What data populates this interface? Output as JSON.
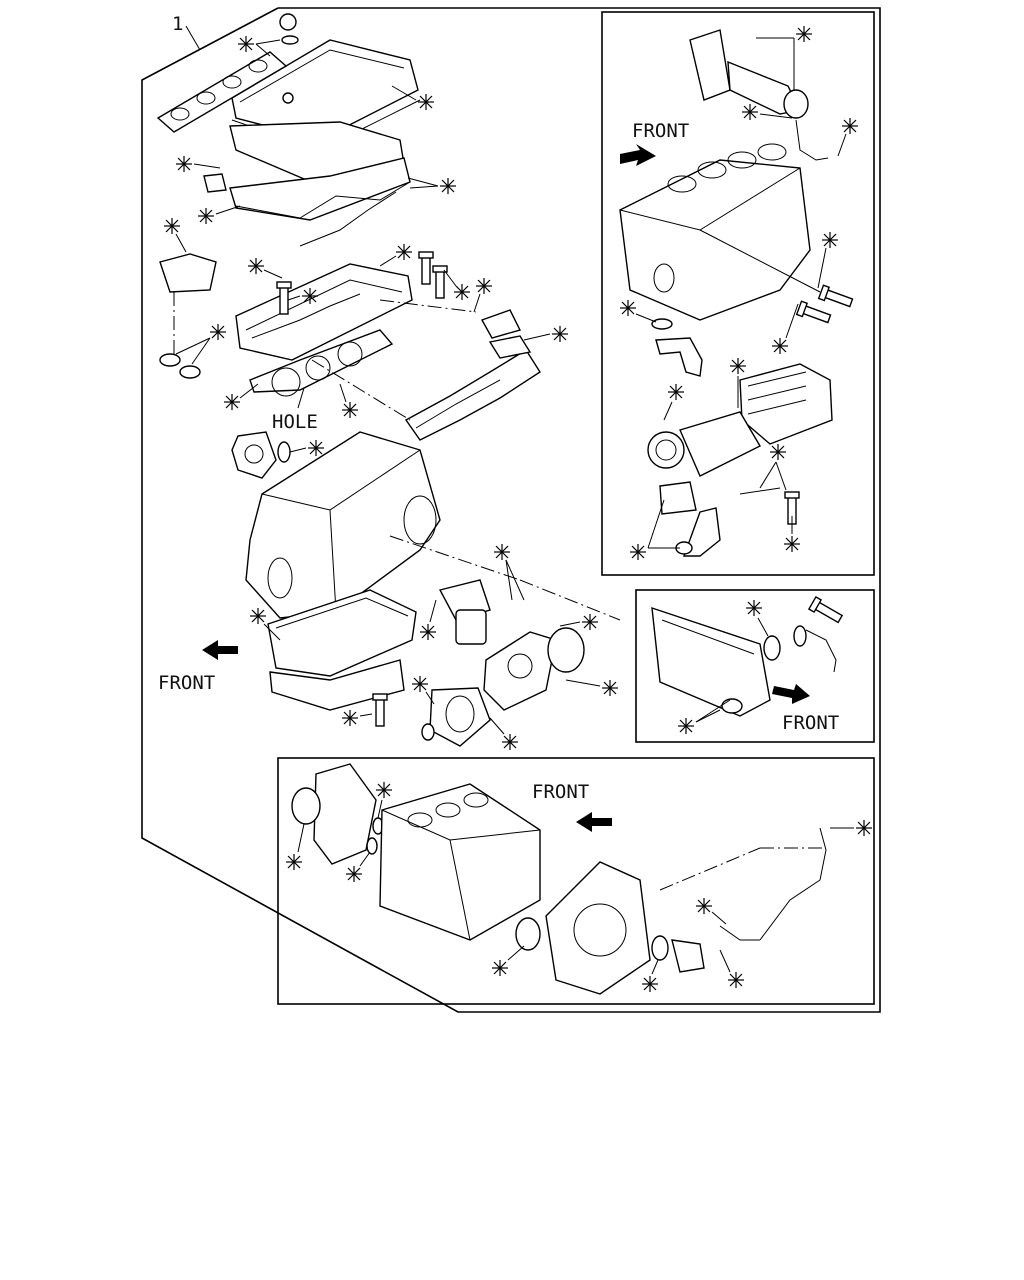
{
  "diagram": {
    "callout_number": "1",
    "hole_label": "HOLE",
    "front_label": "FRONT",
    "gasket_marker_icon": "asterisk-icon",
    "arrow_icon": "arrow-icon"
  }
}
